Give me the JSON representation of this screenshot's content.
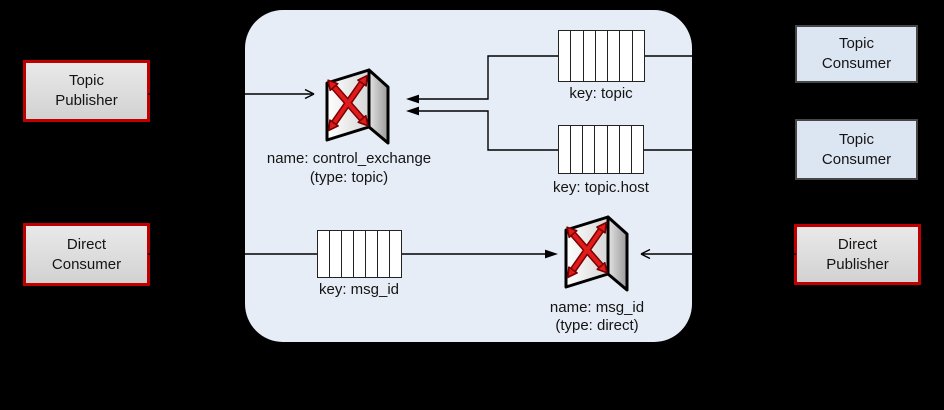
{
  "colors": {
    "background": "#000000",
    "panel_fill": "#e7edf6",
    "red_box_border": "#c00000",
    "gray_box_fill": "#d9d9d9",
    "blue_box_fill": "#dce6f2",
    "blue_box_border": "#464646",
    "connector": "#000000",
    "exchange_arrow_red": "#e01b1b"
  },
  "nodes": {
    "topic_publisher": {
      "label": "Topic\nPublisher"
    },
    "direct_consumer": {
      "label": "Direct\nConsumer"
    },
    "topic_consumer_1": {
      "label": "Topic\nConsumer"
    },
    "topic_consumer_2": {
      "label": "Topic\nConsumer"
    },
    "direct_publisher": {
      "label": "Direct\nPublisher"
    },
    "control_exchange": {
      "name_label": "name: control_exchange",
      "type_label": "(type: topic)"
    },
    "direct_exchange": {
      "name_label": "name: msg_id",
      "type_label": "(type: direct)"
    },
    "queue_topic": {
      "label": "key: topic"
    },
    "queue_topic_host": {
      "label": "key: topic.host"
    },
    "queue_msg_id": {
      "label": "key: msg_id"
    }
  },
  "edges": [
    {
      "from": "topic_publisher",
      "to": "control_exchange",
      "arrowhead": "open"
    },
    {
      "from": "queue_topic",
      "to": "control_exchange",
      "arrowhead": "solid"
    },
    {
      "from": "queue_topic_host",
      "to": "control_exchange",
      "arrowhead": "solid"
    },
    {
      "from": "queue_topic",
      "to": "topic_consumer_1",
      "arrowhead": "none"
    },
    {
      "from": "queue_topic_host",
      "to": "topic_consumer_2",
      "arrowhead": "none"
    },
    {
      "from": "queue_msg_id",
      "to": "direct_consumer",
      "arrowhead": "solid"
    },
    {
      "from": "queue_msg_id",
      "to": "direct_exchange",
      "arrowhead": "solid"
    },
    {
      "from": "direct_publisher",
      "to": "direct_exchange",
      "arrowhead": "open"
    }
  ]
}
